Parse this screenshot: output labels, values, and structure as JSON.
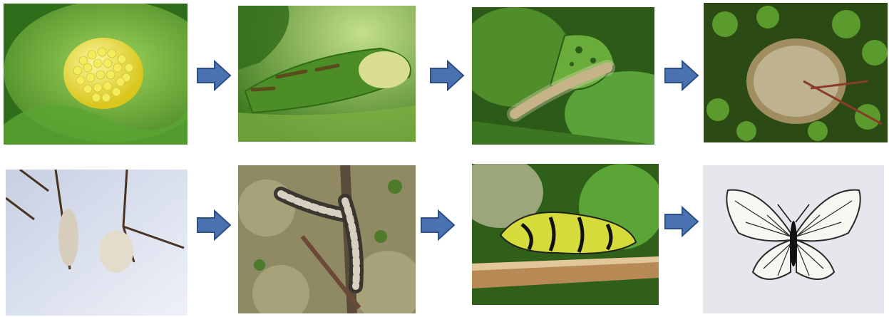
{
  "stages": [
    {
      "name": "egg-cluster-photo"
    },
    {
      "name": "young-larvae-photo"
    },
    {
      "name": "hairy-caterpillar-photo"
    },
    {
      "name": "silk-web-nest-photo"
    },
    {
      "name": "overwintering-nest-snow-photo"
    },
    {
      "name": "larvae-on-twig-photo"
    },
    {
      "name": "pupa-chrysalis-photo"
    },
    {
      "name": "adult-butterfly-photo"
    }
  ],
  "colors": {
    "arrow_fill": "#4a72b0",
    "arrow_stroke": "#2c4f86",
    "leaf_green": "#4f9a2c",
    "egg_yellow": "#e8e23a",
    "snow": "#e8ecf6",
    "butterfly_vein": "#2a2a2a"
  }
}
